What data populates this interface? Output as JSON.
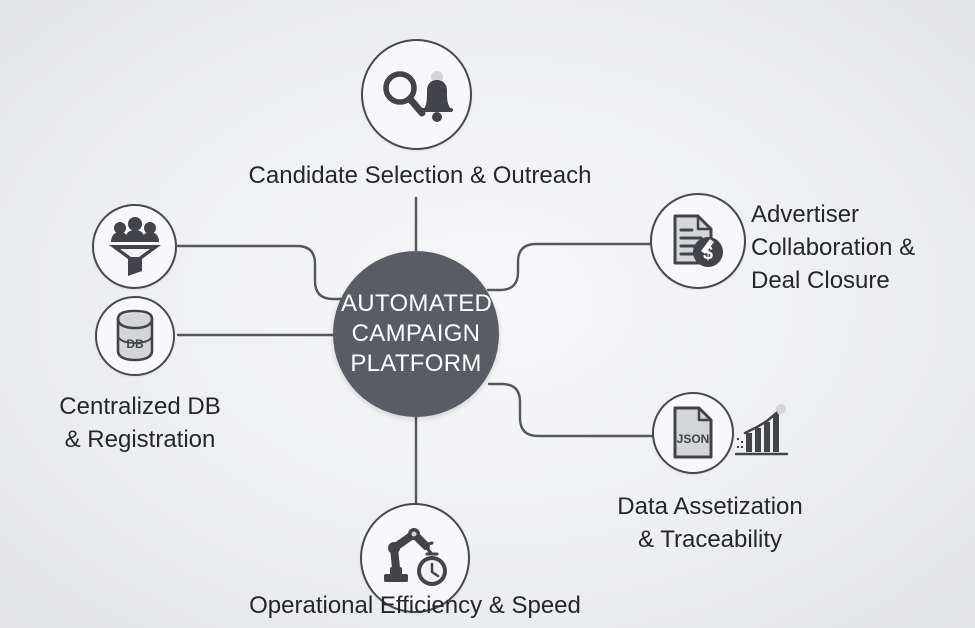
{
  "hub": {
    "label": "AUTOMATED\nCAMPAIGN\nPLATFORM"
  },
  "nodes": {
    "candidate_selection": {
      "label": "Candidate Selection & Outreach",
      "icons": [
        "search-icon",
        "bell-icon"
      ]
    },
    "advertiser_collaboration": {
      "label": "Advertiser\nCollaboration &\nDeal Closure",
      "icons": [
        "document-icon",
        "dollar-coin-icon"
      ]
    },
    "data_assetization": {
      "label": "Data Assetization\n& Traceability",
      "icons": [
        "json-file-icon",
        "bar-chart-icon"
      ],
      "json_text": "JSON"
    },
    "operational_efficiency": {
      "label": "Operational Efficiency & Speed",
      "icons": [
        "robot-arm-icon",
        "clock-icon"
      ]
    },
    "centralized_db": {
      "label": "Centralized DB\n& Registration",
      "icons": [
        "database-icon"
      ],
      "db_text": "DB"
    },
    "funnel": {
      "label": "",
      "icons": [
        "people-funnel-icon"
      ]
    }
  },
  "colors": {
    "hub": "#5a5c63",
    "line": "#55575d",
    "icon": "#42444a",
    "text": "#26272b"
  }
}
